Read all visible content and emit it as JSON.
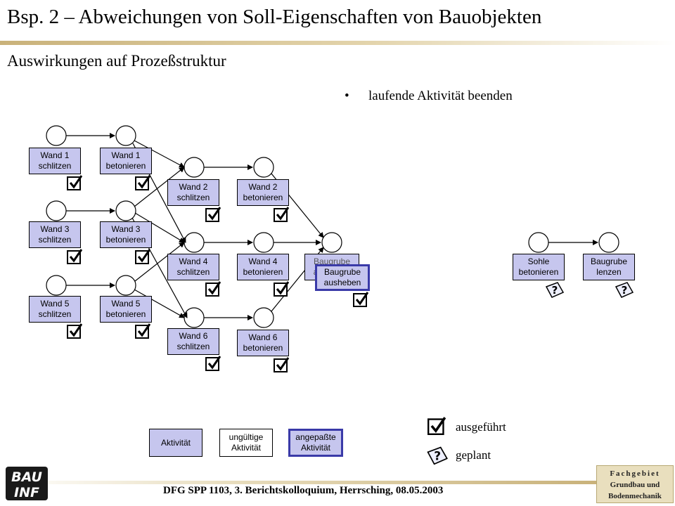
{
  "header": {
    "title": "Bsp. 2 – Abweichungen von Soll-Eigenschaften von Bauobjekten",
    "subtitle": "Auswirkungen auf Prozeßstruktur"
  },
  "bullet": {
    "text": "laufende Aktivität beenden"
  },
  "activities": {
    "w1s": "Wand 1\nschlitzen",
    "w1b": "Wand 1\nbetonieren",
    "w3s": "Wand 3\nschlitzen",
    "w3b": "Wand 3\nbetonieren",
    "w5s": "Wand 5\nschlitzen",
    "w5b": "Wand 5\nbetonieren",
    "w2s": "Wand 2\nschlitzen",
    "w2b": "Wand 2\nbetonieren",
    "w4s": "Wand 4\nschlitzen",
    "w4b": "Wand 4\nbetonieren",
    "w6s": "Wand 6\nschlitzen",
    "w6b": "Wand 6\nbetonieren",
    "ba_old": "Baugrube\nausheben",
    "ba_new": "Baugrube\nausheben",
    "sohle": "Sohle\nbetonieren",
    "lenzen": "Baugrube\nlenzen"
  },
  "legend": {
    "aktivitaet": "Aktivität",
    "ungueltig": "ungültige\nAktivität",
    "angepasst": "angepaßte\nAktivität",
    "ausgefuehrt": "ausgeführt",
    "geplant": "geplant"
  },
  "footer": {
    "text": "DFG SPP 1103, 3. Berichtskolloquium, Herrsching, 08.05.2003"
  },
  "logos": {
    "left": "BAU INF",
    "right_line1": "Fachgebiet",
    "right_line2": "Grundbau und",
    "right_line3": "Bodenmechanik"
  },
  "colors": {
    "activity_fill": "#c6c6ee",
    "adapted_border": "#3a3aa8",
    "title_rule": "#c9b27a"
  },
  "icons": {
    "done": "check-box-icon",
    "planned": "question-mark-icon"
  }
}
